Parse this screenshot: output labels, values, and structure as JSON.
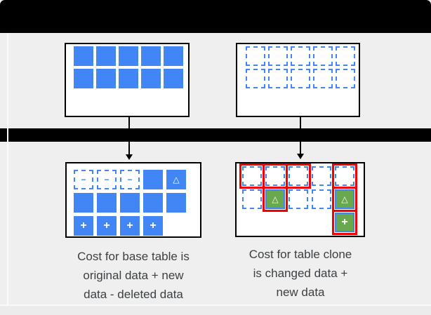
{
  "colors": {
    "background": "#efefef",
    "bottom_strip": "#ebeceb",
    "redaction_bar": "#000000",
    "box_border": "#000000",
    "box_fill": "#ffffff",
    "blue": "#4285f4",
    "green": "#6aa84f",
    "red": "#f20000",
    "caption_text": "#3c4043"
  },
  "symbols": {
    "minus": "−",
    "triangle": "△",
    "plus": "+"
  },
  "diagram": {
    "top_left_table": {
      "rows": [
        [
          {
            "style": "solid"
          },
          {
            "style": "solid"
          },
          {
            "style": "solid"
          },
          {
            "style": "solid"
          },
          {
            "style": "solid"
          }
        ],
        [
          {
            "style": "solid"
          },
          {
            "style": "solid"
          },
          {
            "style": "solid"
          },
          {
            "style": "solid"
          },
          {
            "style": "solid"
          }
        ]
      ]
    },
    "top_right_table": {
      "rows": [
        [
          {
            "style": "dashed"
          },
          {
            "style": "dashed"
          },
          {
            "style": "dashed"
          },
          {
            "style": "dashed"
          },
          {
            "style": "dashed"
          }
        ],
        [
          {
            "style": "dashed"
          },
          {
            "style": "dashed"
          },
          {
            "style": "dashed"
          },
          {
            "style": "dashed"
          },
          {
            "style": "dashed"
          }
        ]
      ]
    },
    "bottom_left_table": {
      "rows": [
        [
          {
            "style": "dashed",
            "symbol": "minus"
          },
          {
            "style": "dashed",
            "symbol": "minus"
          },
          {
            "style": "dashed",
            "symbol": "minus"
          },
          {
            "style": "solid"
          },
          {
            "style": "solid",
            "symbol": "triangle"
          }
        ],
        [
          {
            "style": "solid"
          },
          {
            "style": "solid"
          },
          {
            "style": "solid"
          },
          {
            "style": "solid"
          },
          {
            "style": "solid"
          }
        ],
        [
          {
            "style": "solid",
            "symbol": "plus"
          },
          {
            "style": "solid",
            "symbol": "plus"
          },
          {
            "style": "solid",
            "symbol": "plus"
          },
          {
            "style": "solid",
            "symbol": "plus"
          },
          {
            "style": "empty"
          }
        ]
      ]
    },
    "bottom_right_table": {
      "rows": [
        [
          {
            "style": "dashed",
            "red": true
          },
          {
            "style": "dashed",
            "red": true
          },
          {
            "style": "dashed",
            "red": true
          },
          {
            "style": "dashed"
          },
          {
            "style": "dashed",
            "red": true
          }
        ],
        [
          {
            "style": "dashed"
          },
          {
            "style": "green",
            "symbol": "triangle",
            "red": true
          },
          {
            "style": "dashed"
          },
          {
            "style": "dashed"
          },
          {
            "style": "green",
            "symbol": "triangle",
            "red": true
          }
        ],
        [
          {
            "style": "empty"
          },
          {
            "style": "empty"
          },
          {
            "style": "empty"
          },
          {
            "style": "empty"
          },
          {
            "style": "green",
            "symbol": "plus",
            "red": true
          }
        ]
      ]
    },
    "captions": {
      "left": "Cost for base table is\noriginal data + new\ndata - deleted data",
      "right": "Cost for table clone\nis changed data +\nnew data"
    }
  }
}
